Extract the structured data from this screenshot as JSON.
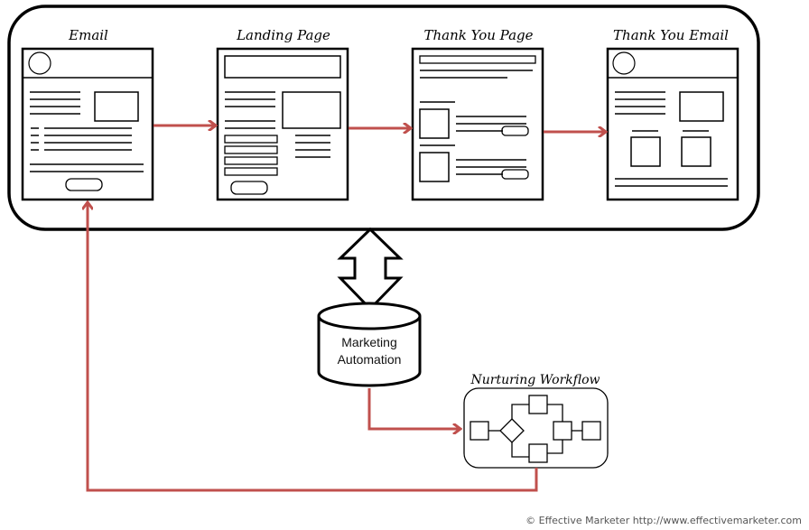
{
  "diagram": {
    "stages": [
      {
        "id": "email",
        "title": "Email",
        "wireframe": "email"
      },
      {
        "id": "landing-page",
        "title": "Landing Page",
        "wireframe": "landing"
      },
      {
        "id": "thank-you-page",
        "title": "Thank You Page",
        "wireframe": "thankyou-page"
      },
      {
        "id": "thank-you-email",
        "title": "Thank You Email",
        "wireframe": "thankyou-email"
      }
    ],
    "database": {
      "line1": "Marketing",
      "line2": "Automation"
    },
    "workflow": {
      "title": "Nurturing Workflow"
    },
    "connections": [
      {
        "from": "email",
        "to": "landing-page",
        "kind": "arrow"
      },
      {
        "from": "landing-page",
        "to": "thank-you-page",
        "kind": "arrow"
      },
      {
        "from": "thank-you-page",
        "to": "thank-you-email",
        "kind": "arrow"
      },
      {
        "from": "stages-container",
        "to": "marketing-automation",
        "kind": "bidirectional-block-arrow"
      },
      {
        "from": "marketing-automation",
        "to": "nurturing-workflow",
        "kind": "arrow"
      },
      {
        "from": "nurturing-workflow",
        "to": "email",
        "kind": "arrow"
      }
    ],
    "colors": {
      "arrow": "#c0504d",
      "stroke": "#000000"
    }
  },
  "footer": {
    "credit": "© Effective Marketer http://www.effectivemarketer.com"
  }
}
